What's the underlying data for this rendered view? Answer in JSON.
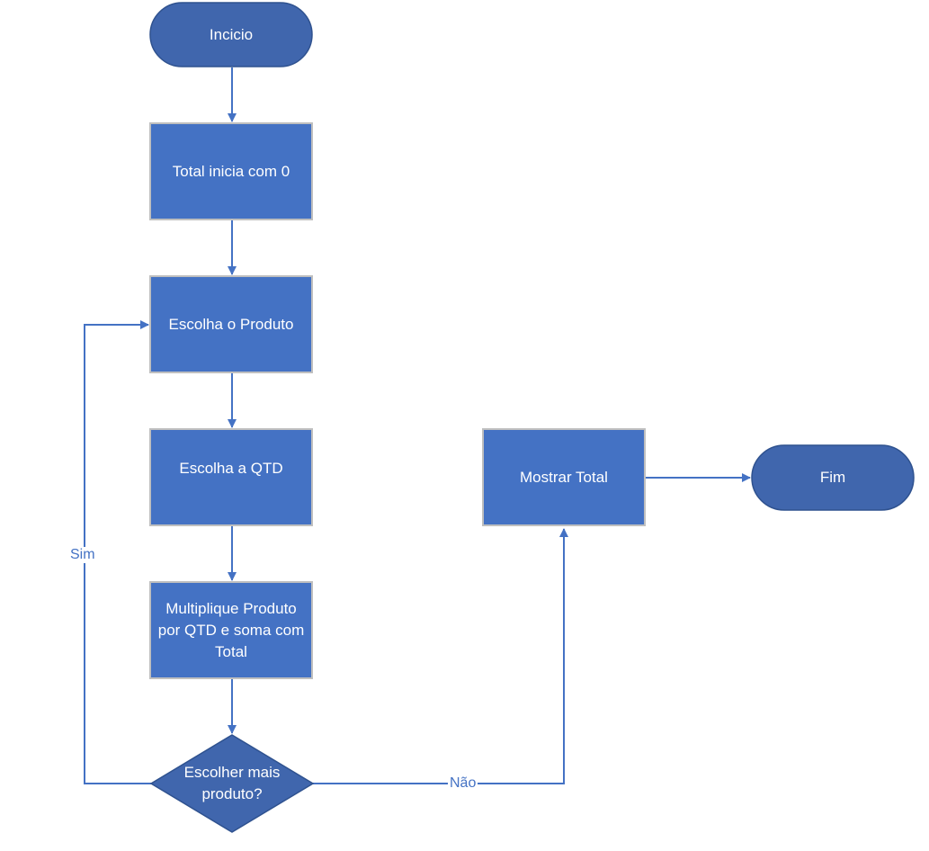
{
  "colors": {
    "terminal_fill": "#4066ad",
    "terminal_stroke": "#2f528f",
    "process_fill": "#4472c4",
    "process_stroke": "#bfbfbf",
    "decision_fill": "#4066ad",
    "connector": "#4472c4",
    "node_text": "#ffffff",
    "edge_label_text": "#4472c4"
  },
  "nodes": {
    "start": {
      "shape": "terminal",
      "label": "Incicio"
    },
    "total_init": {
      "shape": "process",
      "label": "Total inicia com 0"
    },
    "choose_product": {
      "shape": "process",
      "label": "Escolha o Produto"
    },
    "choose_qty": {
      "shape": "process",
      "label": "Escolha a QTD"
    },
    "multiply": {
      "shape": "process",
      "label": "Multiplique Produto por QTD e soma com Total"
    },
    "decision": {
      "shape": "decision",
      "label": "Escolher mais produto?"
    },
    "show_total": {
      "shape": "process",
      "label": "Mostrar Total"
    },
    "end": {
      "shape": "terminal",
      "label": "Fim"
    }
  },
  "edges": [
    {
      "from": "start",
      "to": "total_init",
      "label": ""
    },
    {
      "from": "total_init",
      "to": "choose_product",
      "label": ""
    },
    {
      "from": "choose_product",
      "to": "choose_qty",
      "label": ""
    },
    {
      "from": "choose_qty",
      "to": "multiply",
      "label": ""
    },
    {
      "from": "multiply",
      "to": "decision",
      "label": ""
    },
    {
      "from": "decision",
      "to": "choose_product",
      "label": "Sim"
    },
    {
      "from": "decision",
      "to": "show_total",
      "label": "Não"
    },
    {
      "from": "show_total",
      "to": "end",
      "label": ""
    }
  ]
}
